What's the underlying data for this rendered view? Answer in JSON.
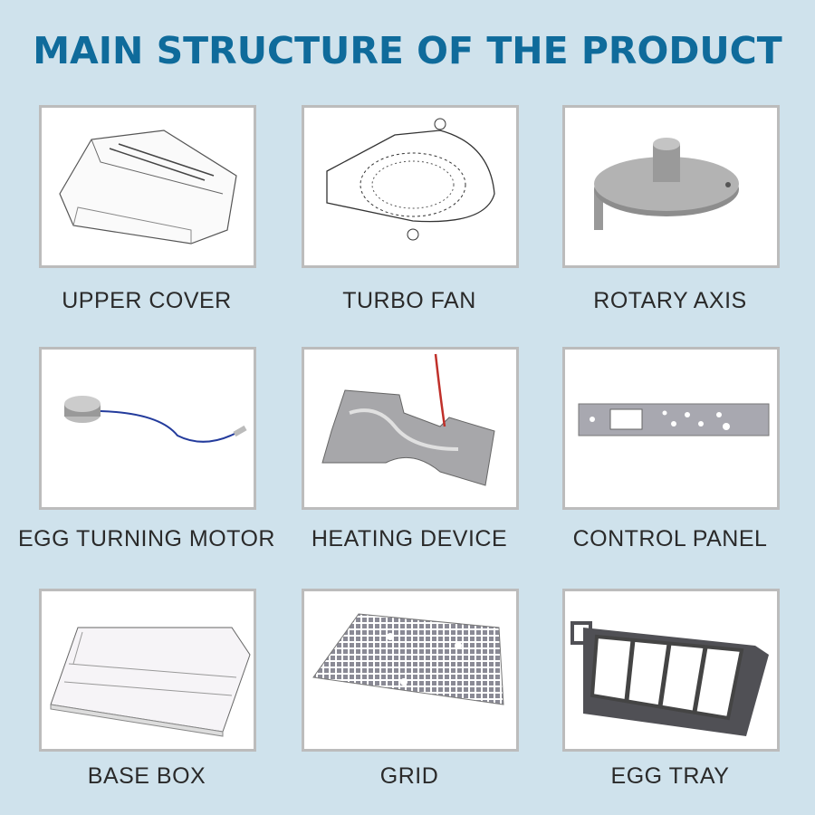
{
  "title": "MAIN STRUCTURE OF THE PRODUCT",
  "parts": [
    {
      "label": "UPPER COVER",
      "icon": "upper-cover"
    },
    {
      "label": "TURBO FAN",
      "icon": "turbo-fan"
    },
    {
      "label": "ROTARY AXIS",
      "icon": "rotary-axis"
    },
    {
      "label": "EGG TURNING MOTOR",
      "icon": "egg-turning-motor"
    },
    {
      "label": "HEATING DEVICE",
      "icon": "heating-device"
    },
    {
      "label": "CONTROL PANEL",
      "icon": "control-panel"
    },
    {
      "label": "BASE BOX",
      "icon": "base-box"
    },
    {
      "label": "GRID",
      "icon": "grid"
    },
    {
      "label": "EGG TRAY",
      "icon": "egg-tray"
    }
  ],
  "colors": {
    "background": "#cfe2ec",
    "title": "#0f6b9b",
    "border": "#bcbcbc"
  }
}
